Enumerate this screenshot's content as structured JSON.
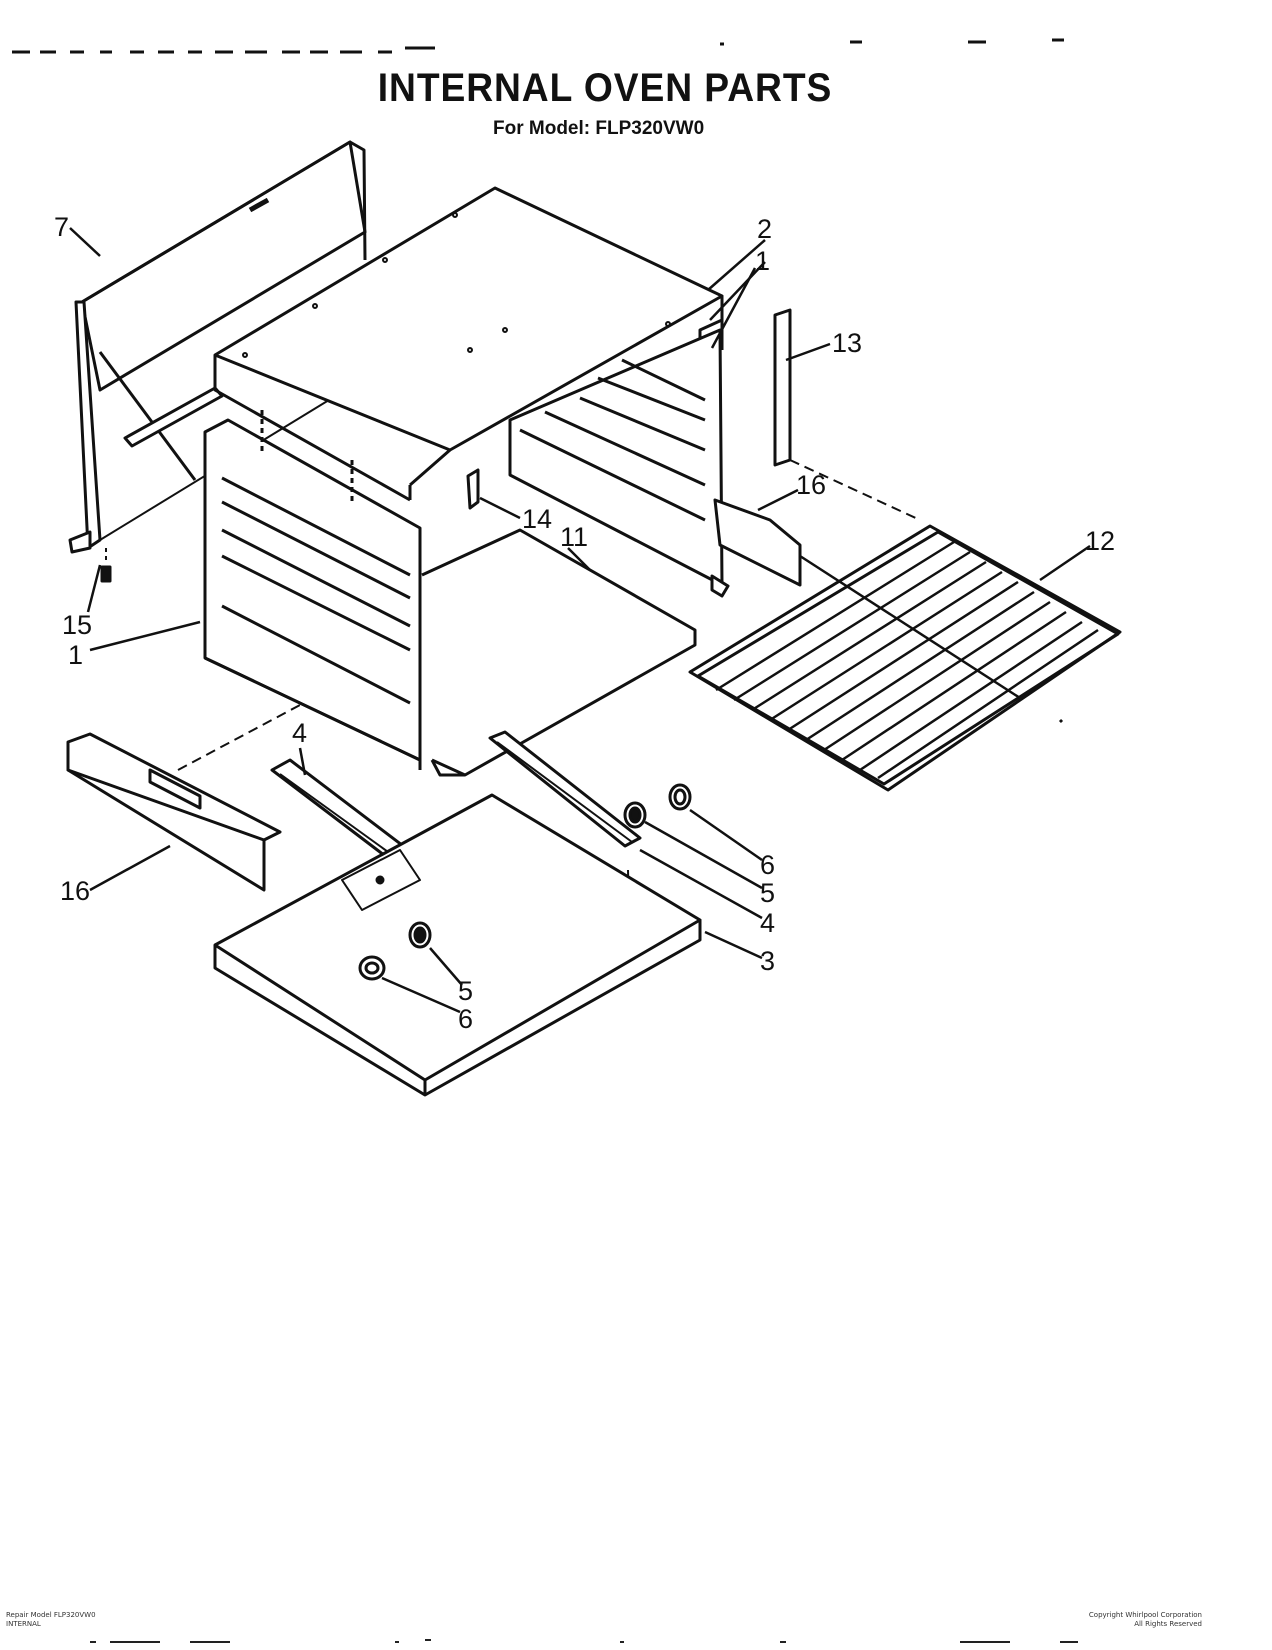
{
  "header": {
    "title": "INTERNAL OVEN PARTS",
    "subtitle": "For Model: FLP320VW0"
  },
  "callouts": [
    {
      "label": "7"
    },
    {
      "label": "2"
    },
    {
      "label": "1"
    },
    {
      "label": "13"
    },
    {
      "label": "16"
    },
    {
      "label": "12"
    },
    {
      "label": "14"
    },
    {
      "label": "11"
    },
    {
      "label": "15"
    },
    {
      "label": "1"
    },
    {
      "label": "4"
    },
    {
      "label": "6"
    },
    {
      "label": "5"
    },
    {
      "label": "4"
    },
    {
      "label": "3"
    },
    {
      "label": "16"
    },
    {
      "label": "5"
    },
    {
      "label": "6"
    }
  ],
  "footer": {
    "left_line1": "Repair Model FLP320VW0",
    "left_line2": "INTERNAL",
    "right_line1": "Copyright Whirlpool Corporation",
    "right_line2": "All Rights Reserved"
  }
}
